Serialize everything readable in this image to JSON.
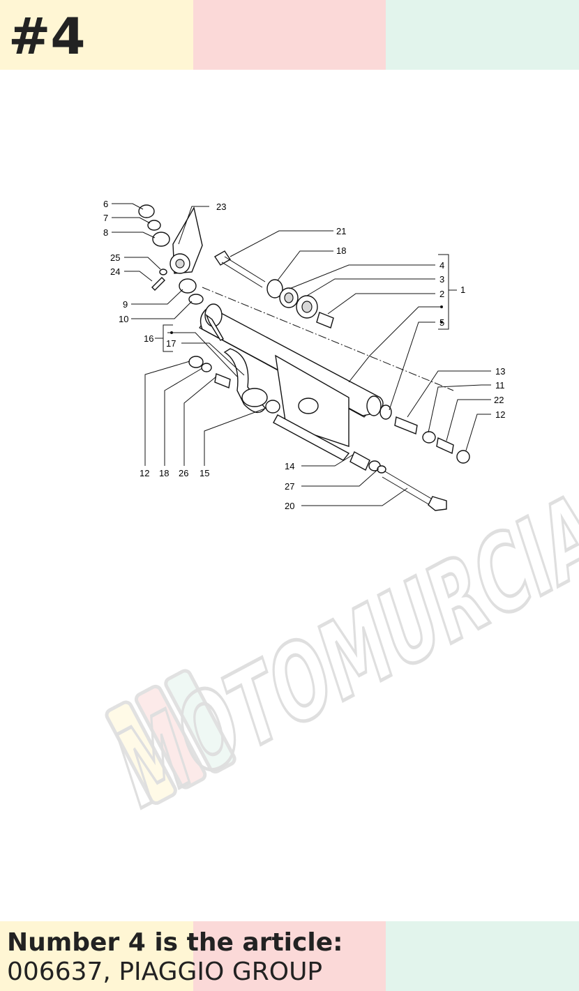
{
  "header": {
    "number": "#4"
  },
  "colors": {
    "yellow": "#fff6d4",
    "pink": "#fbd9d8",
    "mint": "#e2f4ec",
    "text": "#222222"
  },
  "callouts": [
    "1",
    "2",
    "3",
    "4",
    "5",
    "6",
    "7",
    "8",
    "9",
    "10",
    "11",
    "12",
    "12",
    "13",
    "14",
    "15",
    "16",
    "17",
    "18",
    "18",
    "20",
    "21",
    "22",
    "23",
    "24",
    "25",
    "26",
    "27"
  ],
  "watermark": {
    "text": "MOTOMURCIA"
  },
  "caption": {
    "line1": "Number 4 is the article:",
    "line2": "006637, PIAGGIO GROUP"
  }
}
